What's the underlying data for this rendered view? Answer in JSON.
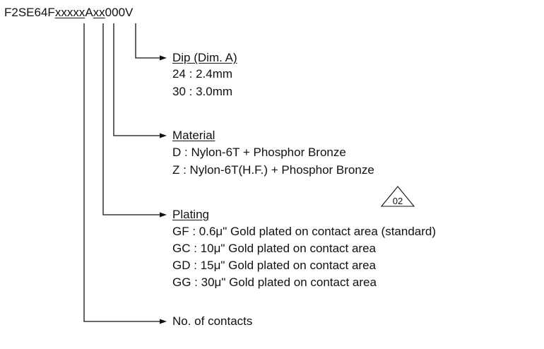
{
  "part_number": {
    "prefix": "F2SE64F",
    "contacts_code": "xxxxx",
    "separator": "A",
    "dip_code": "xx",
    "suffix": "000V"
  },
  "dip": {
    "heading": "Dip (Dim. A)",
    "options": [
      "24 : 2.4mm",
      "30 : 3.0mm"
    ]
  },
  "material": {
    "heading": "Material",
    "options": [
      "D : Nylon-6T + Phosphor Bronze",
      "Z : Nylon-6T(H.F.) + Phosphor Bronze"
    ],
    "revision_mark": "02"
  },
  "plating": {
    "heading": "Plating",
    "options": [
      "GF : 0.6μ\" Gold plated on contact area (standard)",
      "GC : 10μ\" Gold plated on contact area",
      "GD : 15μ\" Gold plated on contact area",
      "GG : 30μ\" Gold plated on contact area"
    ]
  },
  "contacts": {
    "heading": "No. of contacts"
  },
  "colors": {
    "ink": "#111111",
    "background": "#ffffff"
  }
}
